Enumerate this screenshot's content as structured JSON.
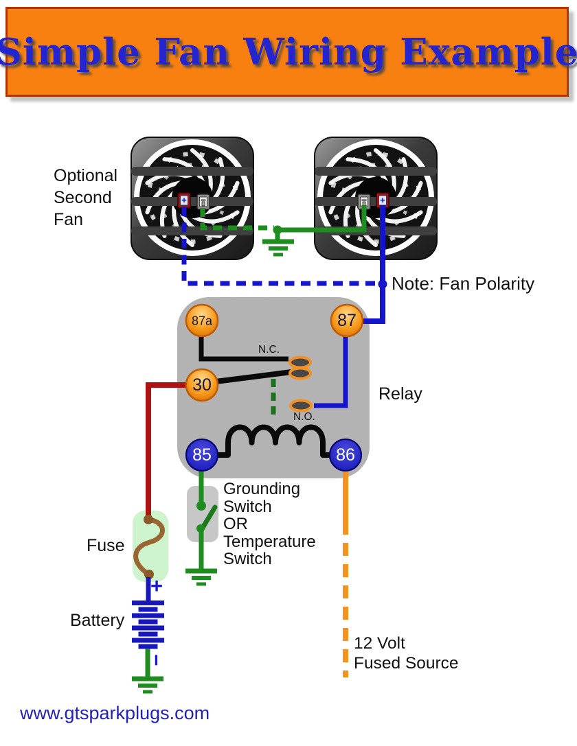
{
  "banner": {
    "title": "Simple Fan Wiring Example"
  },
  "fans": {
    "optional_label": "Optional\nSecond\nFan",
    "polarity_note": "Note: Fan Polarity"
  },
  "relay": {
    "label": "Relay",
    "contact_nc": "N.C.",
    "contact_no": "N.O.",
    "terminals": [
      {
        "id": "87a"
      },
      {
        "id": "87"
      },
      {
        "id": "30"
      },
      {
        "id": "85"
      },
      {
        "id": "86"
      }
    ]
  },
  "power": {
    "fuse_label": "Fuse",
    "battery_label": "Battery",
    "battery_plus": "+",
    "battery_minus": "−",
    "source_label": "12 Volt\nFused Source",
    "switch_label": "Grounding\nSwitch\n OR\nTemperature\nSwitch"
  },
  "footer": {
    "website": "www.gtsparkplugs.com"
  },
  "colors": {
    "banner_bg": "#f88010",
    "banner_text": "#2525cf",
    "wire_positive_blue": "#1414cc",
    "wire_ground_green": "#1e8c1e",
    "wire_battery_red": "#ad1313",
    "wire_source_orange": "#f6921e",
    "fuse_element_brown": "#996633",
    "fuse_body_green": "#cdf4cd",
    "relay_body_gray": "#b3b3b3",
    "terminal_orange": "#f89b1b",
    "terminal_blue": "#1919c0"
  }
}
